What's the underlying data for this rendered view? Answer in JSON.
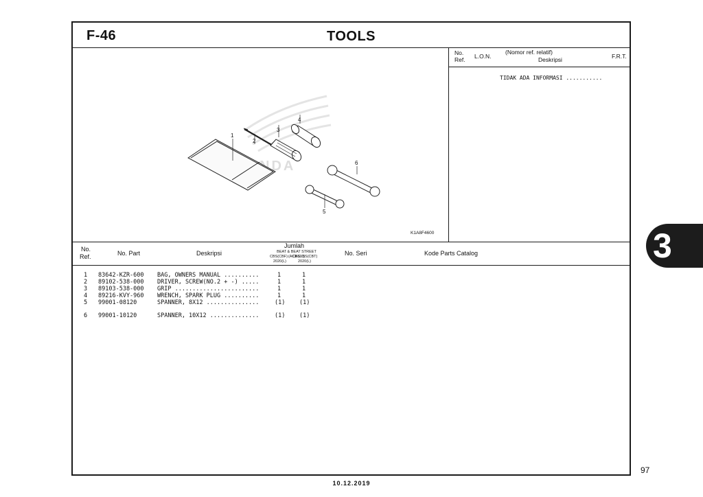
{
  "header": {
    "figure_code": "F-46",
    "title": "TOOLS"
  },
  "illustration": {
    "code": "K1A8F4600",
    "callouts": [
      "1",
      "2",
      "3",
      "4",
      "5",
      "6"
    ],
    "watermark": "HONDA"
  },
  "ref_panel": {
    "headers": {
      "no": "No.",
      "ref": "Ref.",
      "lon": "L.O.N.",
      "nomor_ref": "(Nomor ref. relatif)",
      "deskripsi": "Deskripsi",
      "frt": "F.R.T."
    },
    "message": "TIDAK ADA INFORMASI ..........."
  },
  "parts_table": {
    "headers": {
      "no": "No.",
      "ref": "Ref.",
      "no_part": "No. Part",
      "deskripsi": "Deskripsi",
      "jumlah": "Jumlah",
      "variant_line": "BEAT & BEAT STREET (ACH110)",
      "col1_a": "CBS(CBF)",
      "col2_a": "CBS ISS(CBT)",
      "col1_b": "2020(L)",
      "col2_b": "2020(L)",
      "no_seri": "No. Seri",
      "kode": "Kode Parts Catalog"
    },
    "rows": [
      {
        "ref": "1",
        "part_no": "83642-KZR-600",
        "desc": "BAG, OWNERS MANUAL ..........",
        "qty1": "1",
        "qty2": "1"
      },
      {
        "ref": "2",
        "part_no": "89102-538-000",
        "desc": "DRIVER, SCREW(NO.2 + -) .....",
        "qty1": "1",
        "qty2": "1"
      },
      {
        "ref": "3",
        "part_no": "89103-538-000",
        "desc": "GRIP ........................",
        "qty1": "1",
        "qty2": "1"
      },
      {
        "ref": "4",
        "part_no": "89216-KVY-960",
        "desc": "WRENCH, SPARK PLUG ..........",
        "qty1": "1",
        "qty2": "1"
      },
      {
        "ref": "5",
        "part_no": "99001-08120",
        "desc": "SPANNER, 8X12 ...............",
        "qty1": "(1)",
        "qty2": "(1)"
      },
      {
        "ref": "6",
        "part_no": "99001-10120",
        "desc": "SPANNER, 10X12 ..............",
        "qty1": "(1)",
        "qty2": "(1)"
      }
    ]
  },
  "chapter_tab": "3",
  "page_number": "97",
  "date": "10.12.2019"
}
